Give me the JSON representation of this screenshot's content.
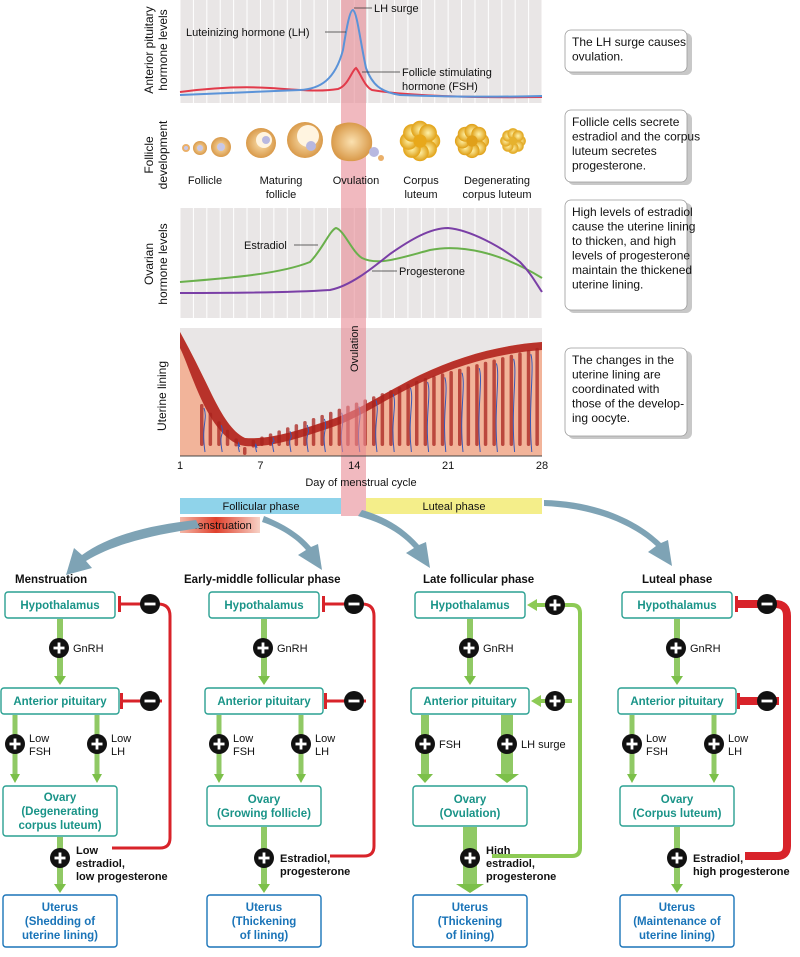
{
  "rows": {
    "pituitary": "Anterior pituitary hormone levels",
    "follicle": "Follicle development",
    "ovarian": "Ovarian hormone levels",
    "uterine": "Uterine lining"
  },
  "pituitary_chart": {
    "lh_label": "Luteinizing hormone (LH)",
    "lh_surge": "LH surge",
    "fsh_label": "Follicle stimulating hormone (FSH)",
    "colors": {
      "lh": "#5b93d8",
      "fsh": "#e23a4a"
    }
  },
  "follicle_stages": [
    "Follicle",
    "Maturing follicle",
    "Ovulation",
    "Corpus luteum",
    "Degenerating corpus luteum"
  ],
  "ovarian_chart": {
    "estradiol": "Estradiol",
    "progesterone": "Progesterone",
    "colors": {
      "estradiol": "#6ab04c",
      "progesterone": "#7a3fa6"
    }
  },
  "ovulation_band": "Ovulation",
  "axis": {
    "ticks": [
      "1",
      "7",
      "14",
      "21",
      "28"
    ],
    "label": "Day of menstrual cycle"
  },
  "phases": {
    "follicular": "Follicular phase",
    "luteal": "Luteal phase",
    "menstruation": "Menstruation"
  },
  "notes": [
    "The LH surge causes ovulation.",
    "Follicle cells secrete estradiol and the corpus luteum secretes progesterone.",
    "High levels of estradiol cause the uterine lining to thicken, and high levels of progesterone maintain the thickened uterine lining.",
    "The changes in the uterine lining are coordinated with those of the developing oocyte."
  ],
  "panels": [
    {
      "title": "Menstruation",
      "hypothalamus": "Hypothalamus",
      "gnrh": "GnRH",
      "pituitary": "Anterior pituitary",
      "left_arrow": "Low FSH",
      "right_arrow": "Low LH",
      "ovary": "Ovary (Degenerating corpus luteum)",
      "hormones": "Low estradiol, low progesterone",
      "uterus": "Uterus (Shedding of uterine lining)",
      "feedback": "negative"
    },
    {
      "title": "Early-middle follicular phase",
      "hypothalamus": "Hypothalamus",
      "gnrh": "GnRH",
      "pituitary": "Anterior pituitary",
      "left_arrow": "Low FSH",
      "right_arrow": "Low LH",
      "ovary": "Ovary (Growing follicle)",
      "hormones": "Estradiol, progesterone",
      "uterus": "Uterus (Thickening of lining)",
      "feedback": "negative"
    },
    {
      "title": "Late follicular phase",
      "hypothalamus": "Hypothalamus",
      "gnrh": "GnRH",
      "pituitary": "Anterior pituitary",
      "left_arrow": "FSH",
      "right_arrow": "LH surge",
      "ovary": "Ovary (Ovulation)",
      "hormones": "High estradiol, progesterone",
      "uterus": "Uterus (Thickening of lining)",
      "feedback": "positive"
    },
    {
      "title": "Luteal phase",
      "hypothalamus": "Hypothalamus",
      "gnrh": "GnRH",
      "pituitary": "Anterior pituitary",
      "left_arrow": "Low FSH",
      "right_arrow": "Low LH",
      "ovary": "Ovary (Corpus luteum)",
      "hormones": "Estradiol, high progesterone",
      "uterus": "Uterus (Maintenance of uterine lining)",
      "feedback": "negative"
    }
  ]
}
